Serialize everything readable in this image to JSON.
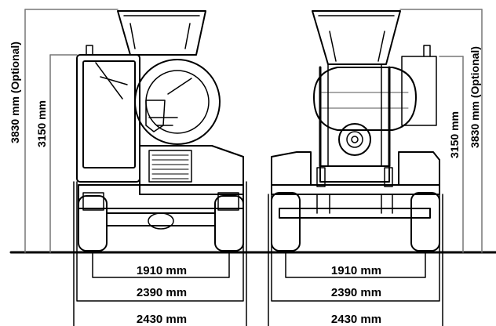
{
  "dimensions": {
    "left_outer_height": "3830 mm (Optional)",
    "left_inner_height": "3150 mm",
    "right_inner_height": "3150 mm",
    "right_outer_height": "3830 mm (Optional)",
    "left_track_inner": "1910 mm",
    "left_track_mid": "2390 mm",
    "left_track_outer": "2430 mm",
    "right_track_inner": "1910 mm",
    "right_track_mid": "2390 mm",
    "right_track_outer": "2430 mm"
  },
  "colors": {
    "line": "#000000",
    "background": "#ffffff",
    "gray": "#bdbdbd"
  }
}
